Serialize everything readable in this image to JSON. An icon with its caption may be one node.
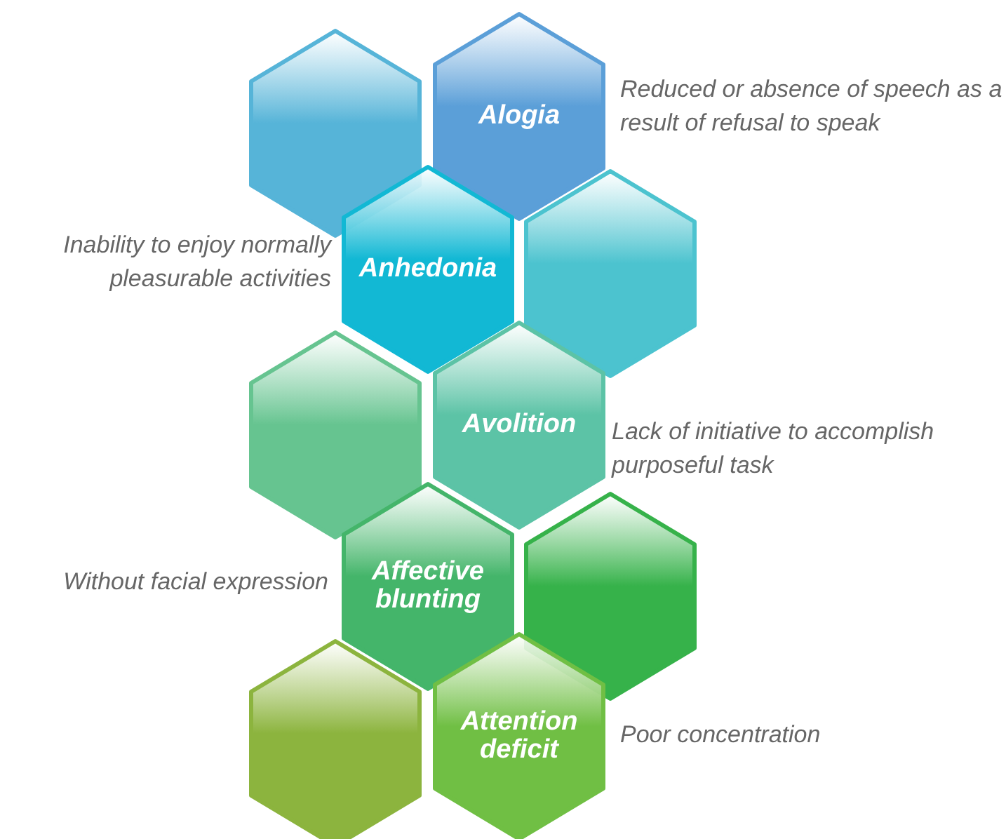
{
  "diagram": {
    "nodes": [
      {
        "text": [],
        "shape": "hexagon"
      },
      {
        "text": [
          "Alogia"
        ],
        "beside": [
          "Reduced or absence of speech as a result of refusal to speak"
        ]
      },
      {
        "text": [
          "Anhedonia"
        ],
        "beside": [
          "Inability to enjoy normally pleasurable activities"
        ]
      },
      {
        "text": [],
        "shape": "hexagon"
      },
      {
        "text": [],
        "shape": "hexagon"
      },
      {
        "text": [
          "Avolition"
        ],
        "beside": [
          "Lack of initiative to accomplish purposeful task"
        ]
      },
      {
        "text": [
          "Affective blunting"
        ],
        "beside": [
          "Without facial expression"
        ]
      },
      {
        "text": [],
        "shape": "hexagon"
      },
      {
        "text": [],
        "shape": "hexagon"
      },
      {
        "text": [
          "Attention deficit"
        ],
        "beside": [
          "Poor concentration"
        ]
      }
    ]
  }
}
